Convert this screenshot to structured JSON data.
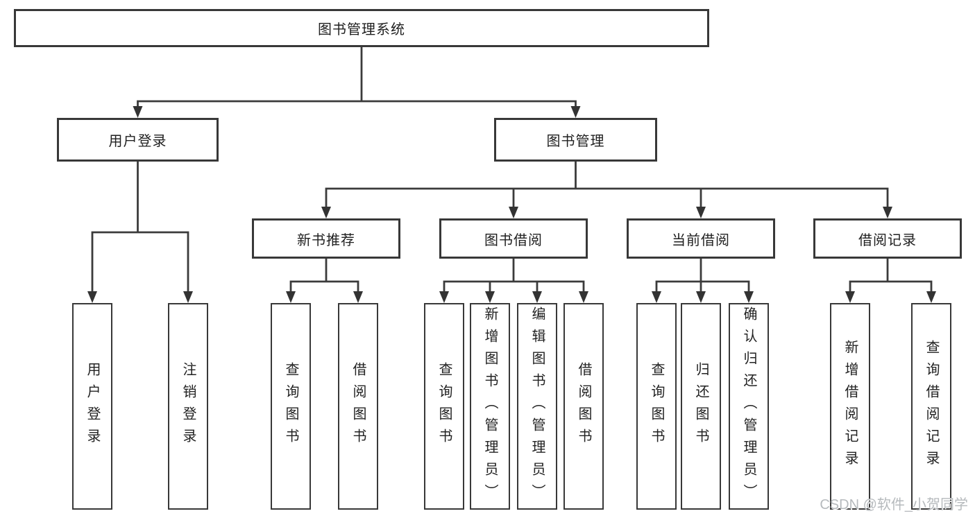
{
  "nodes": {
    "root": "图书管理系统",
    "l2": [
      "用户登录",
      "图书管理"
    ],
    "l3": [
      "新书推荐",
      "图书借阅",
      "当前借阅",
      "借阅记录"
    ],
    "leaves": [
      "用户登录",
      "注销登录",
      "查询图书",
      "借阅图书",
      "查询图书",
      "新增图书（管理员）",
      "编辑图书（管理员）",
      "借阅图书",
      "查询图书",
      "归还图书",
      "确认归还（管理员）",
      "新增借阅记录",
      "查询借阅记录"
    ]
  },
  "watermark": "CSDN @软件_小贺同学",
  "colors": {
    "line": "#3b3b3b",
    "arrow": "#333333",
    "box_border": "#383838",
    "text": "#1f1f1f",
    "watermark_text": "#b6babd",
    "background": "#ffffff"
  }
}
